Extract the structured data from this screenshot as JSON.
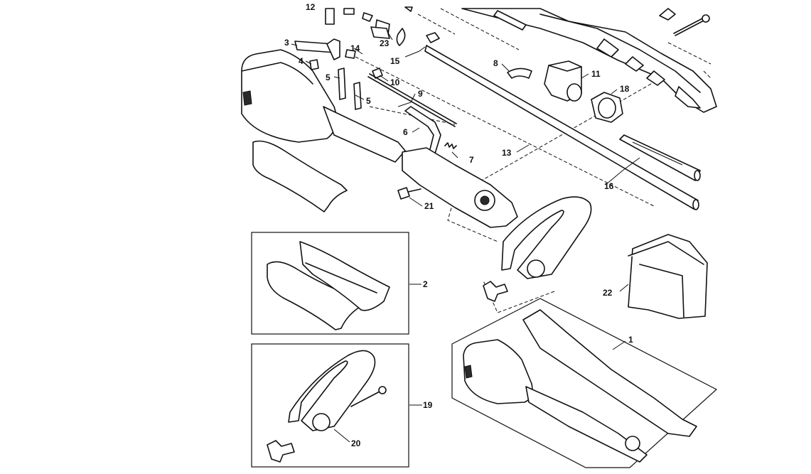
{
  "diagram": {
    "part_numbers": [
      "1",
      "2",
      "3",
      "4",
      "5",
      "5",
      "6",
      "7",
      "8",
      "9",
      "10",
      "11",
      "13",
      "14",
      "15",
      "16",
      "18",
      "19",
      "20",
      "21",
      "22",
      "23",
      "12"
    ]
  }
}
